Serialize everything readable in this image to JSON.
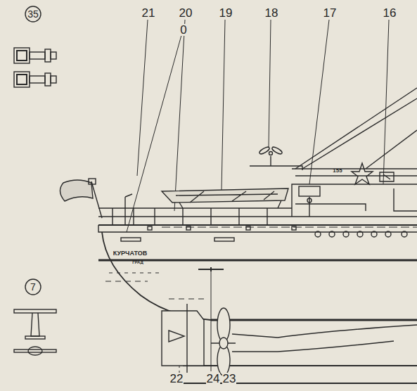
{
  "diagram": {
    "labels": [
      "35",
      "21",
      "20",
      "19",
      "18",
      "17",
      "16",
      "0",
      "155",
      "КУРЧАТОВ",
      "ГРАД",
      "7",
      "22",
      "23",
      "24"
    ]
  }
}
